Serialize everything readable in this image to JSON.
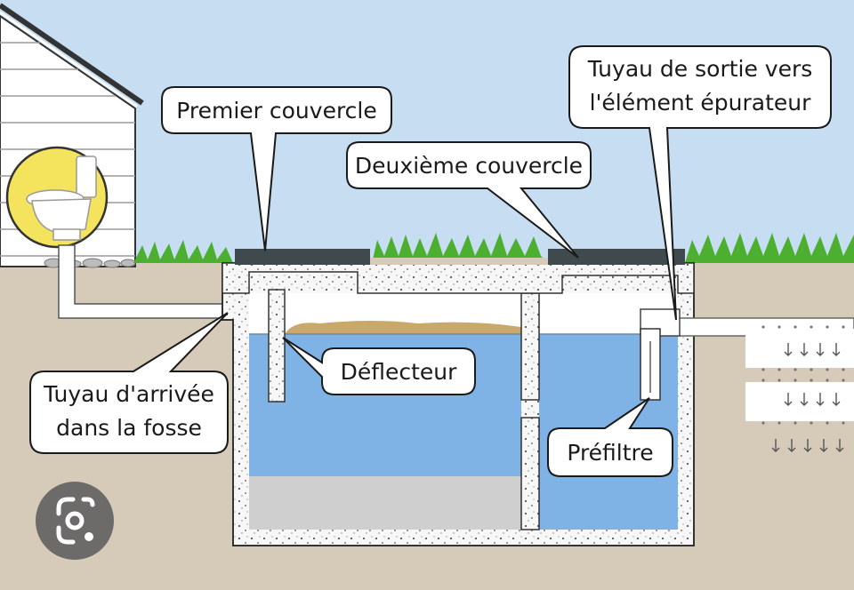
{
  "labels": {
    "premier_couvercle": "Premier couvercle",
    "deuxieme_couvercle": "Deuxième couvercle",
    "sortie_line1": "Tuyau de sortie vers",
    "sortie_line2": "l'élément épurateur",
    "deflecteur": "Déflecteur",
    "arrivee_line1": "Tuyau d'arrivée",
    "arrivee_line2": "dans la fosse",
    "prefiltre": "Préfiltre"
  },
  "icons": {
    "lens_button": "google-lens-icon"
  },
  "colors": {
    "sky": "#c7ddf2",
    "soil": "#d6cbb8",
    "water": "#7fb3e6",
    "sludge": "#cfcfcf",
    "scum": "#c9a86a",
    "concrete": "#f4f4f4",
    "lid": "#3f4a4e",
    "grass": "#4caf2f",
    "pipe": "#ffffff",
    "toilet_circle": "#f4e35c"
  }
}
